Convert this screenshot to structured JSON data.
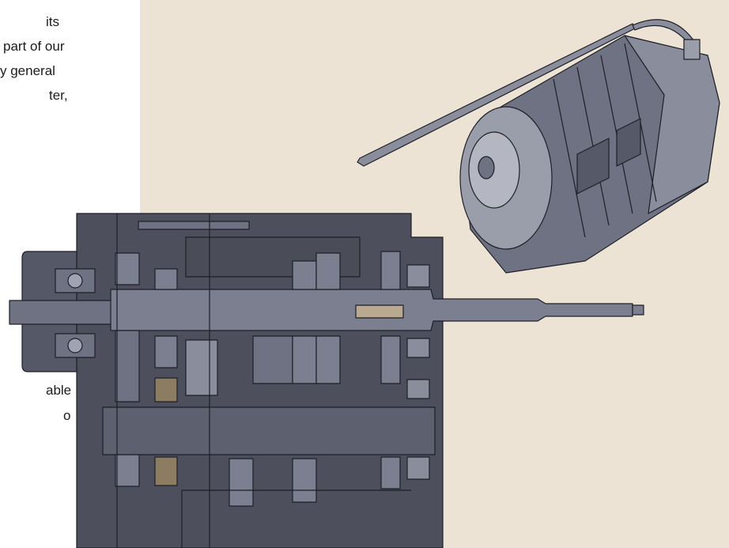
{
  "text_fragments": {
    "top": [
      {
        "text": "its",
        "indent": 58
      },
      {
        "text": "part of our",
        "indent": 4
      },
      {
        "text": "y general",
        "indent": 0
      },
      {
        "text": "ter,",
        "indent": 62
      }
    ],
    "bottom": [
      {
        "text": "able",
        "indent": 58
      },
      {
        "text": "o",
        "indent": 80
      }
    ]
  },
  "colors": {
    "background_panel": "#ede3d5",
    "metal_dark": "#4d505c",
    "metal_mid": "#6f7282",
    "metal_light": "#9a9daa",
    "line": "#1d1f27"
  }
}
